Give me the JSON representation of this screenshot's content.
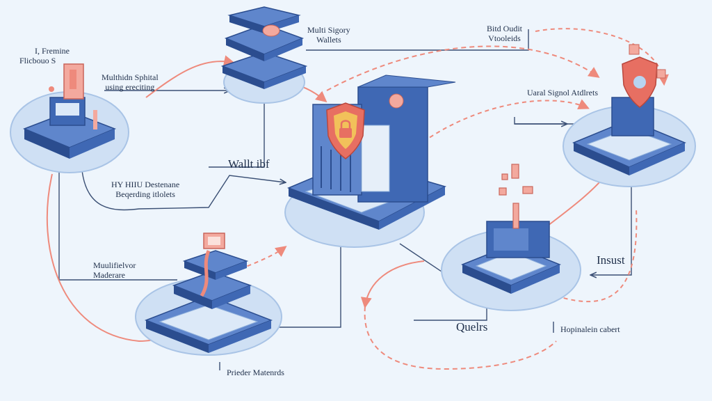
{
  "diagram": {
    "nodes": [
      {
        "id": "top-left-node",
        "label_lines": [
          "I, Fremine",
          "Flicbouo S"
        ]
      },
      {
        "id": "top-center-node",
        "label_lines": [
          "Multi Sigory",
          "Wallets"
        ]
      },
      {
        "id": "center-server",
        "label_lines": [
          "Wallt ibf"
        ]
      },
      {
        "id": "top-right-node",
        "label_lines": [
          "Uaral Signol Atdlrets"
        ]
      },
      {
        "id": "bottom-left-node",
        "label_lines": [
          "Muulifielvor",
          "Maderare"
        ]
      },
      {
        "id": "bottom-right-node",
        "label_lines": [
          "Quelrs"
        ]
      }
    ],
    "annotations": [
      {
        "id": "audit-label",
        "label_lines": [
          "Bitd Oudit",
          "Vtooleids"
        ]
      },
      {
        "id": "spinal-label",
        "label_lines": [
          "Multhidn Sphital",
          "using ereciting"
        ]
      },
      {
        "id": "destenane-label",
        "label_lines": [
          "HY HIIU Destenane",
          "Beqerding itlolets"
        ]
      },
      {
        "id": "insust-label",
        "label_lines": [
          "Insust"
        ]
      },
      {
        "id": "hopinalein-label",
        "label_lines": [
          "Hopinalein cabert"
        ]
      },
      {
        "id": "prieder-label",
        "label_lines": [
          "Prieder Matenrds"
        ]
      }
    ]
  },
  "colors": {
    "background": "#eef5fc",
    "platform": "#cfe0f4",
    "platform_rim": "#a9c4e6",
    "box_blue": "#3f68b4",
    "box_dark": "#2b4d8f",
    "box_light": "#5f86cc",
    "accent_salmon": "#ee8a7c",
    "line_dark": "#3a4f74",
    "shield_red": "#e76f62",
    "shield_gold": "#f2c15a"
  }
}
